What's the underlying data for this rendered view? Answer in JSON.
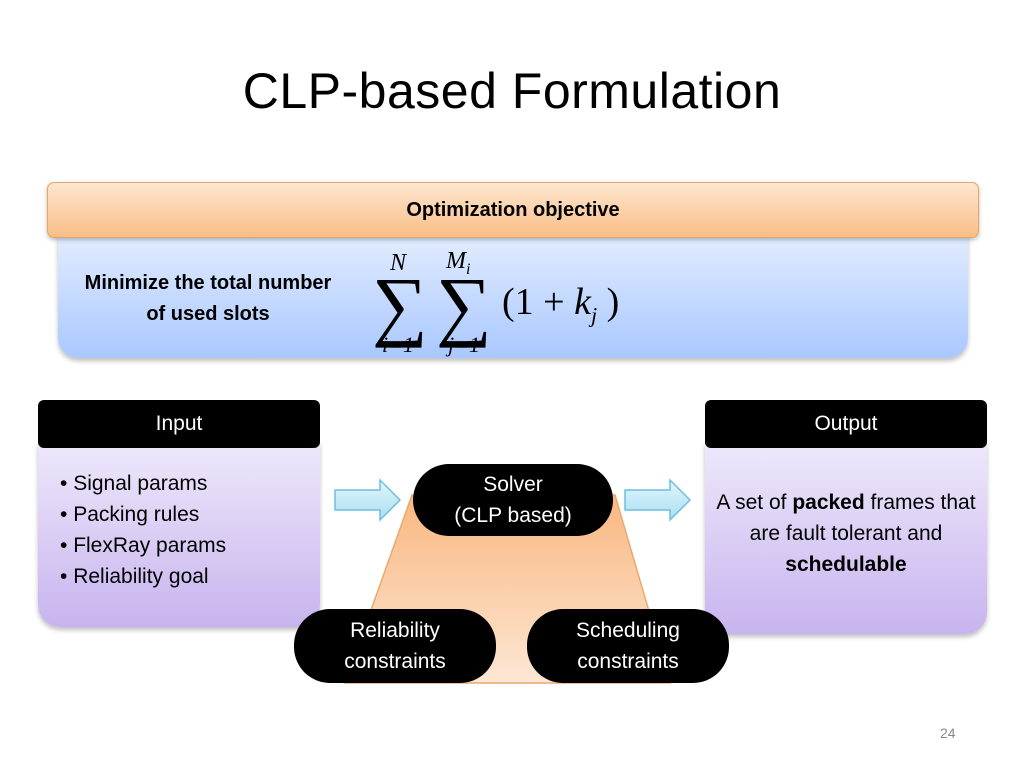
{
  "slide": {
    "title": "CLP-based Formulation",
    "page_number": "24"
  },
  "objective": {
    "header": "Optimization objective",
    "description": "Minimize the total number of used slots",
    "formula": {
      "outer_upper": "N",
      "outer_lower": "i=1",
      "inner_upper_base": "M",
      "inner_upper_sub": "i",
      "inner_lower": "j=1",
      "term_open": "(1 + ",
      "term_var": "k",
      "term_sub": "j",
      "term_close": ")"
    }
  },
  "input": {
    "header": "Input",
    "items": [
      "Signal params",
      "Packing rules",
      "FlexRay params",
      "Reliability goal"
    ]
  },
  "solver": {
    "line1": "Solver",
    "line2": "(CLP based)"
  },
  "constraints": {
    "reliability_line1": "Reliability",
    "reliability_line2": "constraints",
    "scheduling_line1": "Scheduling",
    "scheduling_line2": "constraints"
  },
  "output": {
    "header": "Output",
    "text_1": "A set of ",
    "text_bold_1": "packed",
    "text_2": " frames that are fault tolerant and ",
    "text_bold_2": "schedulable"
  },
  "colors": {
    "objective_header": "#f9be88",
    "objective_body": "#a9c8ff",
    "box_body": "#c7b4ee",
    "trapezoid": "#fbc796",
    "arrow": "#bde8f6"
  }
}
